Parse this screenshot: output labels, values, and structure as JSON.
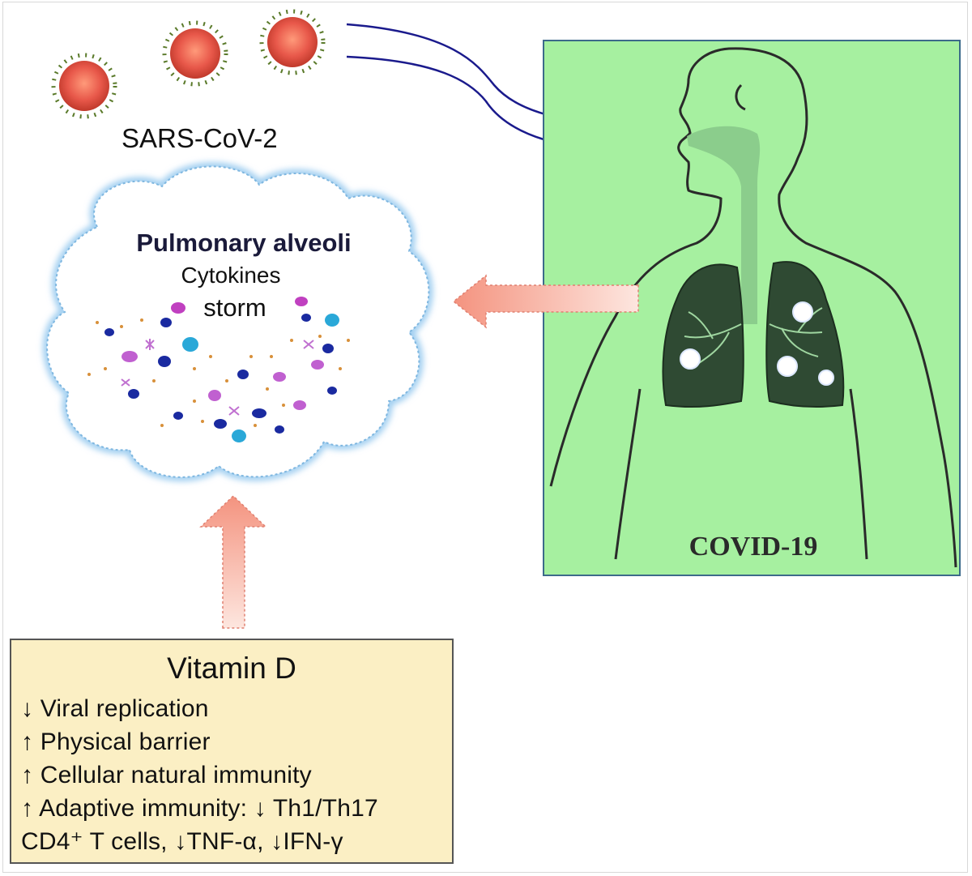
{
  "virus_label": "SARS-CoV-2",
  "alveoli": {
    "title": "Pulmonary alveoli",
    "subtitle_line1": "Cytokines",
    "subtitle_line2": "storm"
  },
  "patient_panel": {
    "label": "COVID-19"
  },
  "vitamin_d": {
    "title": "Vitamin D",
    "effects": [
      "↓ Viral replication",
      "↑ Physical barrier",
      "↑ Cellular natural immunity",
      "↑ Adaptive immunity: ↓ Th1/Th17",
      "CD4⁺ T cells, ↓TNF-α, ↓IFN-γ"
    ]
  },
  "colors": {
    "panel_green": "#a6f0a0",
    "lung_dark": "#2f4a33",
    "virus_red": "#e8584a",
    "arrow_pink": "#f6a898",
    "vitamin_box": "#fbefc4",
    "airflow_blue": "#1a1a8c"
  }
}
